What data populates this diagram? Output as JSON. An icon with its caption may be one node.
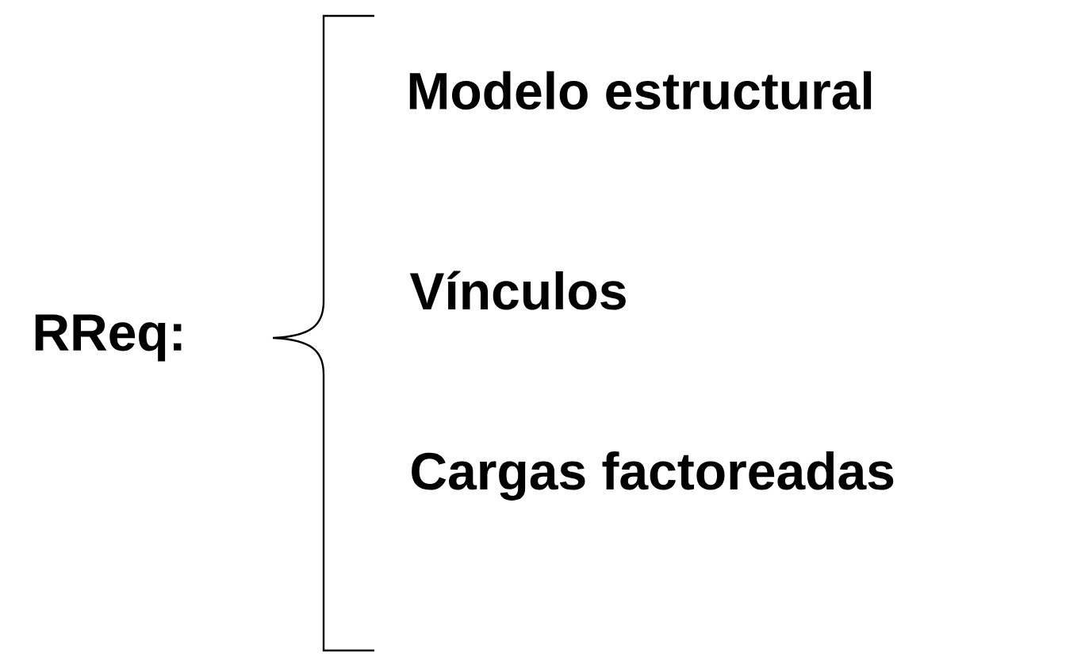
{
  "diagram": {
    "labels": [
      "RReq:",
      "Modelo estructural",
      "Vínculos",
      "Cargas factoreadas"
    ]
  }
}
